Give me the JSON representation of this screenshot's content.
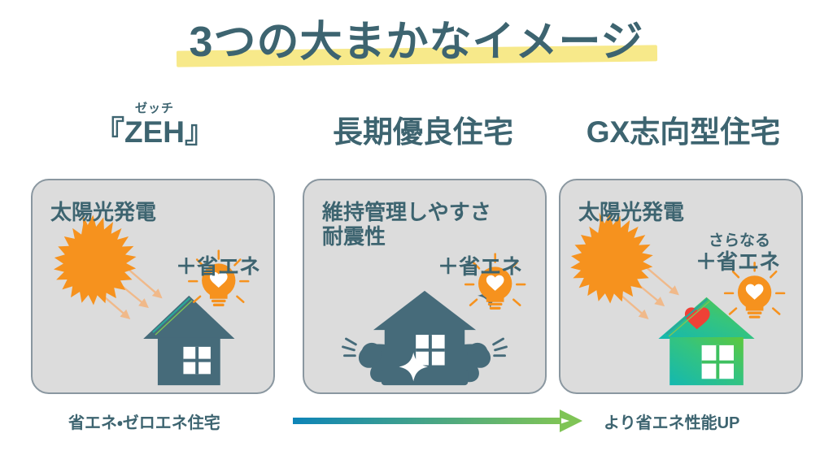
{
  "slide": {
    "title": "3つの大まかなイメージ",
    "title_highlight_color": "#f7e98a",
    "text_color": "#3d6470",
    "background": "#ffffff"
  },
  "columns": [
    {
      "ruby": "ゼッチ",
      "heading": "『ZEH』",
      "card": {
        "primary_label": "太陽光発電",
        "secondary_small": "",
        "plus_label": "＋省エネ",
        "icons": [
          "sun-icon",
          "sun-ray-arrow-icon",
          "house-icon",
          "solar-panel-icon",
          "lightbulb-heart-icon"
        ],
        "house_color": "#466b7a",
        "sun_color": "#f6921e",
        "bulb_color": "#f6921e",
        "card_background": "#dcdcdc",
        "card_border": "#8a97a0"
      }
    },
    {
      "ruby": "",
      "heading": "長期優良住宅",
      "card": {
        "primary_label": "維持管理しやすさ\n耐震性",
        "secondary_small": "",
        "plus_label": "＋省エネ",
        "icons": [
          "strong-house-icon",
          "flex-arm-icon",
          "sparkle-icon",
          "motion-line-icon",
          "lightbulb-heart-icon"
        ],
        "house_color": "#466b7a",
        "sun_color": "#f6921e",
        "bulb_color": "#f6921e",
        "card_background": "#dcdcdc",
        "card_border": "#8a97a0"
      }
    },
    {
      "ruby": "",
      "heading": "GX志向型住宅",
      "card": {
        "primary_label": "太陽光発電",
        "secondary_small": "さらなる",
        "plus_label": "＋省エネ",
        "icons": [
          "sun-icon",
          "sun-ray-arrow-icon",
          "gradient-house-icon",
          "heart-icon",
          "solar-panel-icon",
          "lightbulb-heart-icon"
        ],
        "house_gradient_start": "#14b8b0",
        "house_gradient_end": "#5dc83c",
        "heart_color": "#ef4136",
        "sun_color": "#f6921e",
        "bulb_color": "#f6921e",
        "card_background": "#dcdcdc",
        "card_border": "#8a97a0"
      }
    }
  ],
  "progress": {
    "left_label": "省エネ・ゼロエネ住宅",
    "right_label": "より省エネ性能UP",
    "arrow_gradient_start": "#0d84b8",
    "arrow_gradient_end": "#7fc456"
  }
}
